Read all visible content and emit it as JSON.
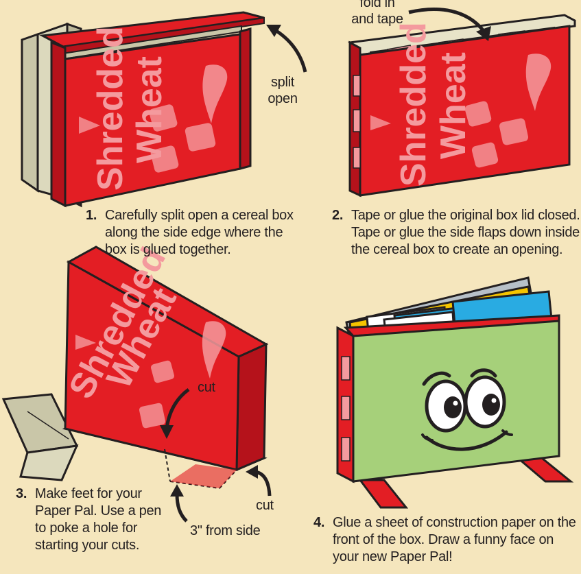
{
  "labels": {
    "split_open": [
      "split",
      "open"
    ],
    "fold_in": [
      "fold in",
      "and tape"
    ],
    "cut_top": "cut",
    "cut_right": "cut",
    "from_side": "3\" from side"
  },
  "brand": {
    "line1": "Shredded",
    "line2": "Wheat"
  },
  "steps": [
    {
      "number": "1.",
      "lines": [
        "Carefully split open a cereal box",
        "along the side edge where the",
        "box is glued together."
      ]
    },
    {
      "number": "2.",
      "lines": [
        "Tape or glue the original box lid closed.",
        "Tape or glue the side flaps down inside",
        "the cereal box to create an opening."
      ]
    },
    {
      "number": "3.",
      "lines": [
        "Make feet for your",
        "Paper Pal. Use a pen",
        "to poke a hole for",
        "starting your cuts."
      ]
    },
    {
      "number": "4.",
      "lines": [
        "Glue a sheet of construction paper on the",
        "front of the box. Draw a funny face on",
        "your new Paper Pal!"
      ]
    }
  ],
  "colors": {
    "background": "#f5e6bd",
    "box_red": "#e31e24",
    "box_dark": "#b5121b",
    "card_gray": "#c9c6a8",
    "paper_green": "#a6d07a",
    "paper_yellow": "#f5c400",
    "paper_blue": "#29abe2"
  }
}
